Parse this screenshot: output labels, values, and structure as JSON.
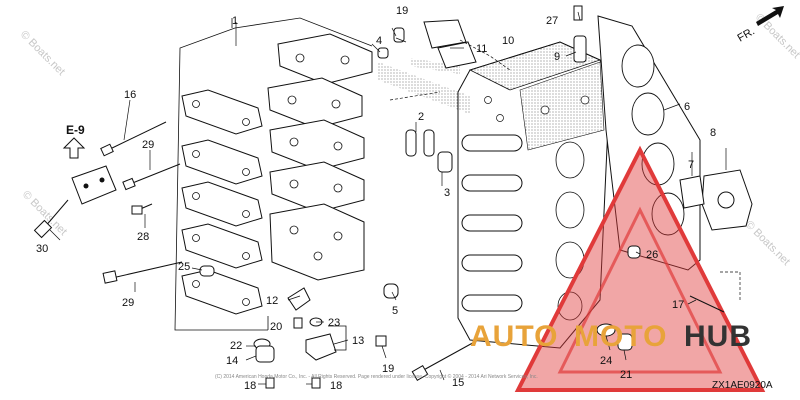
{
  "diagram": {
    "code": "ZX1AE0920A",
    "ref": "E-9",
    "brand": {
      "part1": "AUTO",
      "part2": "MOTO",
      "part3": "HUB"
    },
    "fr_label": "FR.",
    "watermark": "© Boats.net",
    "copyright": "(C) 2014 American Honda Motor Co., Inc. - All Rights Reserved. Page rendered under license. Copyright © 2004 - 2014 Ari Network Services, Inc.",
    "labels": {
      "l1": "1",
      "l2": "2",
      "l3": "3",
      "l4": "4",
      "l5": "5",
      "l6": "6",
      "l7": "7",
      "l8": "8",
      "l9": "9",
      "l10": "10",
      "l11": "11",
      "l12": "12",
      "l13": "13",
      "l14": "14",
      "l15": "15",
      "l16": "16",
      "l17": "17",
      "l18a": "18",
      "l18b": "18",
      "l19a": "19",
      "l19b": "19",
      "l20": "20",
      "l21": "21",
      "l22": "22",
      "l23": "23",
      "l24": "24",
      "l25": "25",
      "l26": "26",
      "l27": "27",
      "l28": "28",
      "l29a": "29",
      "l29b": "29",
      "l30": "30"
    },
    "accent_red": "#e03a3a",
    "accent_orange": "#e8a33a"
  }
}
